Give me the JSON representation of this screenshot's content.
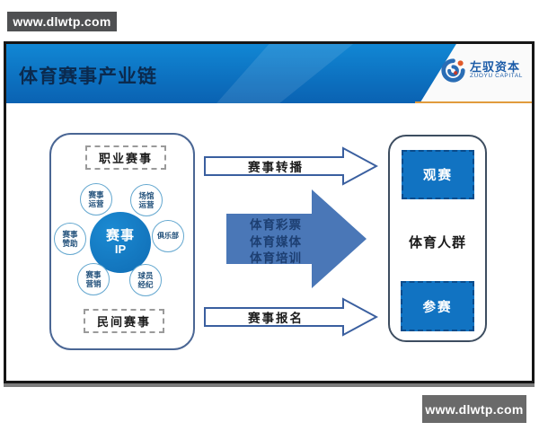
{
  "watermarks": {
    "top_left": "www.dlwtp.com",
    "bottom_right": "www.dlwtp.com"
  },
  "slide": {
    "header": {
      "title": "体育赛事产业链",
      "logo": {
        "company": "左驭资本",
        "company_en": "ZUOYU CAPITAL"
      }
    },
    "left_panel": {
      "top_label": "职业赛事",
      "bottom_label": "民间赛事",
      "center_circle": {
        "line1": "赛事",
        "line2": "IP"
      },
      "satellites": [
        {
          "line1": "赛事",
          "line2": "运营"
        },
        {
          "line1": "场馆",
          "line2": "运营"
        },
        {
          "line1": "赛事",
          "line2": "赞助"
        },
        {
          "line1": "俱乐部",
          "line2": ""
        },
        {
          "line1": "赛事",
          "line2": "营销"
        },
        {
          "line1": "球员",
          "line2": "经纪"
        }
      ]
    },
    "flows": {
      "top_arrow": "赛事转播",
      "middle_arrow_lines": [
        "体育彩票",
        "体育媒体",
        "体育培训"
      ],
      "bottom_arrow": "赛事报名"
    },
    "right_panel": {
      "top_box": "观赛",
      "center_label": "体育人群",
      "bottom_box": "参赛"
    }
  },
  "colors": {
    "header_blue": "#0d72c1",
    "primary_blue": "#1173c2",
    "solid_arrow_blue": "#4a77b7",
    "arrow_outline_blue": "#3a5f9f",
    "accent_gold": "#e19b3c",
    "watermark_gray": "#57585a",
    "left_panel_border": "#4a6694",
    "right_panel_border": "#3d4d60"
  }
}
